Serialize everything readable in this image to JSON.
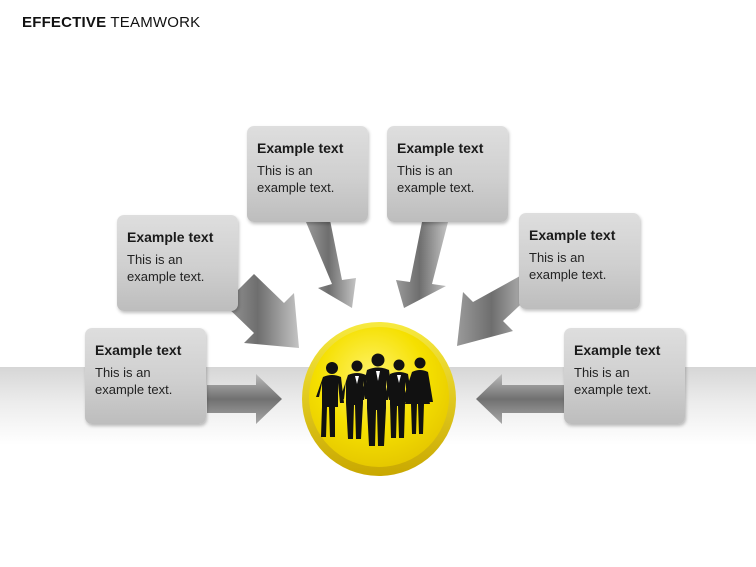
{
  "header": {
    "title_bold": "EFFECTIVE",
    "title_rest": "TEAMWORK"
  },
  "boxes": [
    {
      "title": "Example text",
      "body": "This is an example text."
    },
    {
      "title": "Example text",
      "body": "This is an example text."
    },
    {
      "title": "Example text",
      "body": "This is an example text."
    },
    {
      "title": "Example text",
      "body": "This is an example text."
    },
    {
      "title": "Example text",
      "body": "This is an example text."
    },
    {
      "title": "Example text",
      "body": "This is an example text."
    }
  ],
  "center": {
    "icon": "business-team-icon",
    "fill_color": "#f5e000",
    "accent_color": "#fff36a"
  }
}
